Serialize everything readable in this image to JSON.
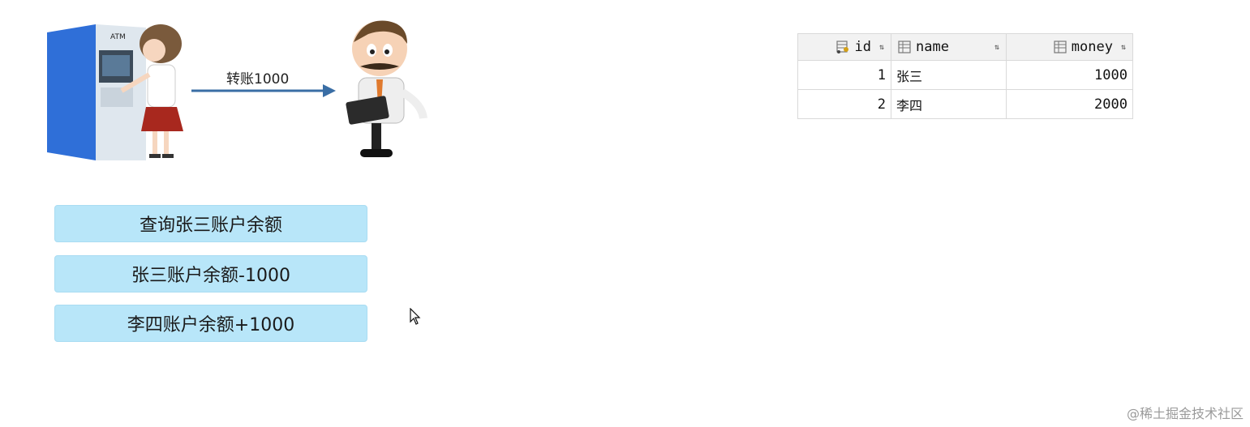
{
  "transfer": {
    "label": "转账1000"
  },
  "steps": [
    {
      "label": "查询张三账户余额"
    },
    {
      "label": "张三账户余额-1000"
    },
    {
      "label": "李四账户余额+1000"
    }
  ],
  "table": {
    "columns": [
      {
        "label": "id",
        "icon": "primary-key-icon"
      },
      {
        "label": "name",
        "icon": "column-icon"
      },
      {
        "label": "money",
        "icon": "column-icon"
      }
    ],
    "rows": [
      {
        "id": "1",
        "name": "张三",
        "money": "1000"
      },
      {
        "id": "2",
        "name": "李四",
        "money": "2000"
      }
    ]
  },
  "atm": {
    "sign": "ATM"
  },
  "watermark": "@稀土掘金技术社区",
  "colors": {
    "step_bg": "#b8e6f9",
    "arrow": "#3a6ea5",
    "header_bg": "#f2f2f2"
  }
}
